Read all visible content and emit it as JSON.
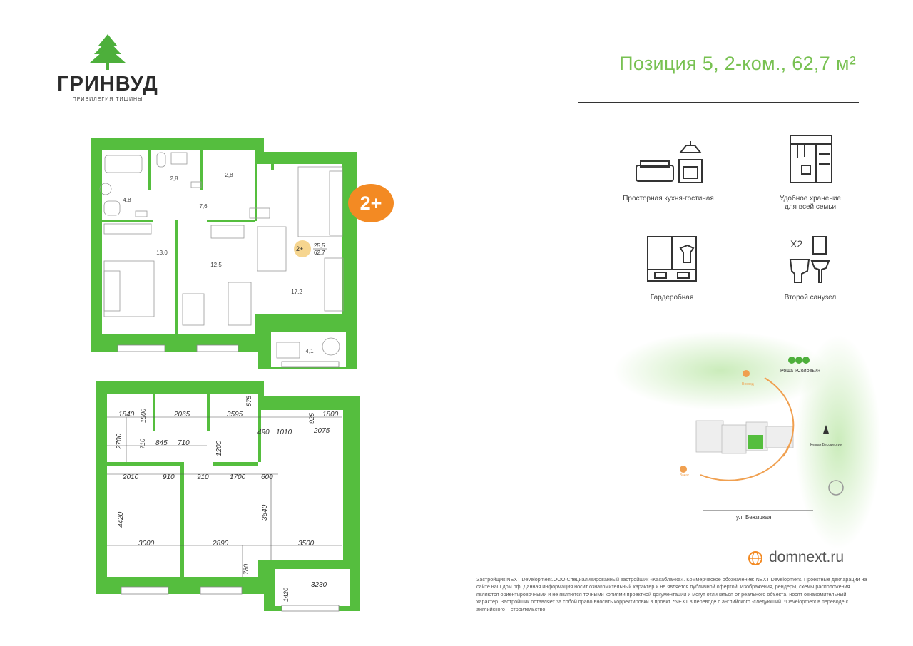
{
  "logo": {
    "name": "ГРИНВУД",
    "tagline": "ПРИВИЛЕГИЯ ТИШИНЫ"
  },
  "title": "Позиция 5, 2-ком., 62,7 м²",
  "badge": "2+",
  "plan": {
    "rooms": [
      "2,8",
      "2,8",
      "4,8",
      "7,6",
      "13,0",
      "12,5",
      "17,2",
      "4,1"
    ],
    "area_badge": {
      "label": "2+",
      "living": "25,5",
      "total": "62,7"
    },
    "dims": [
      "1840",
      "1500",
      "2065",
      "3595",
      "575",
      "925",
      "1800",
      "2700",
      "490",
      "1010",
      "2075",
      "710",
      "845",
      "710",
      "1200",
      "2010",
      "910",
      "910",
      "1700",
      "600",
      "4420",
      "3640",
      "3000",
      "2890",
      "3500",
      "780",
      "1420",
      "3230"
    ]
  },
  "features": [
    {
      "label": "Просторная кухня-гостиная",
      "icon": "kitchen-living-icon"
    },
    {
      "label": "Удобное хранение\nдля всей семьи",
      "icon": "storage-icon"
    },
    {
      "label": "Гардеробная",
      "icon": "wardrobe-icon"
    },
    {
      "label": "Второй санузел",
      "icon": "bathroom-icon",
      "multiplier": "X2"
    }
  ],
  "map": {
    "grove": "Роща «Соловьи»",
    "kurgan": "Курган Бессмертия",
    "sunrise": "Восход",
    "sunset": "Закат",
    "street": "ул. Бежицкая"
  },
  "site": "domnext.ru",
  "disclaimer": "Застройщик NEXT Development.ООО Специализированный застройщик «Касабланка». Коммерческое обозначение: NEXT Development. Проектные декларации на сайте наш.дом.рф. Данная информация носит ознакомительный характер и не является публичной офертой. Изображения, рендеры, схемы расположения являются ориентировочными и не являются точными копиями проектной документации и могут отличаться от реального объекта, носят ознакомительный характер. Застройщик оставляет за собой право вносить корректировки в проект. *NEXT в переводе с английского -следующий. *Development в переводе с английского – строительство.",
  "colors": {
    "wall": "#55be3e",
    "accent": "#78c152",
    "badge": "#f38a23",
    "route": "#f0a050"
  }
}
